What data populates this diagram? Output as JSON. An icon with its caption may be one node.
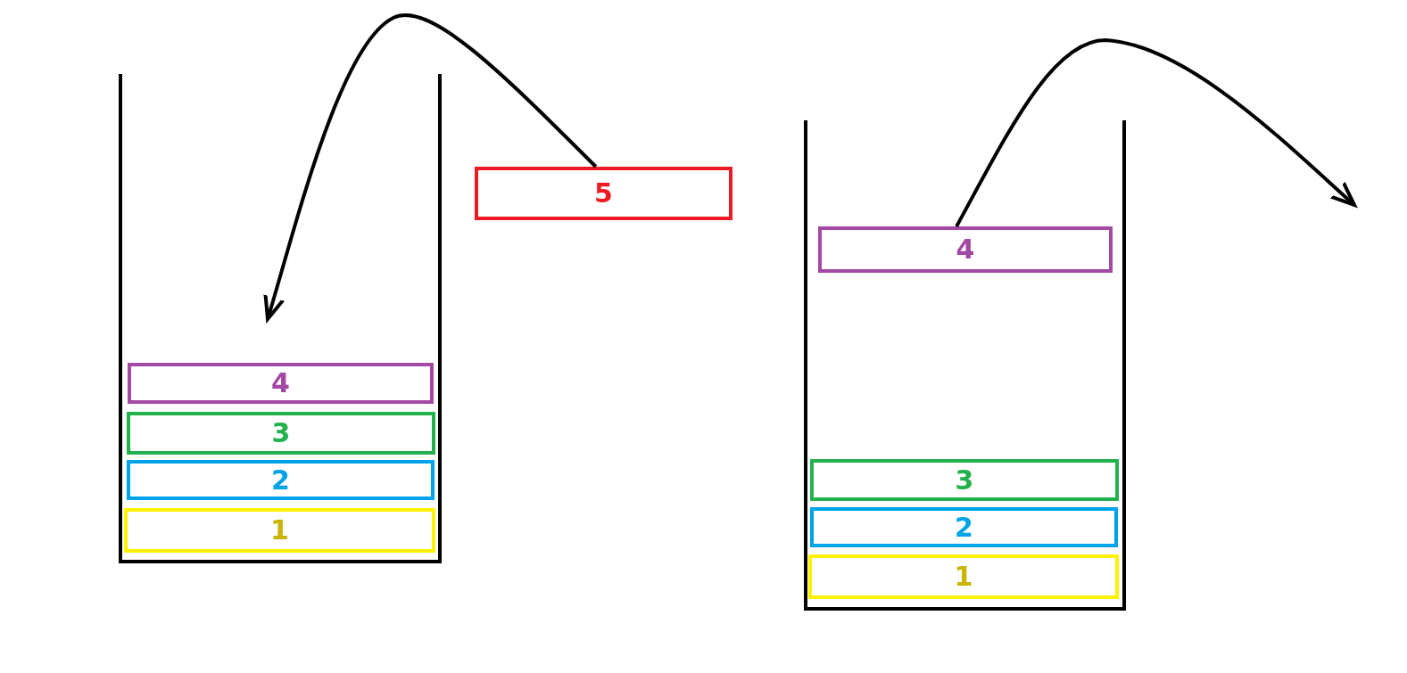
{
  "diagram": {
    "nodes": [
      {
        "text": [],
        "shape": "box"
      },
      {
        "text": [
          "4"
        ],
        "in": 0
      },
      {
        "text": [
          "3"
        ],
        "in": 0
      },
      {
        "text": [
          "2"
        ],
        "in": 0
      },
      {
        "text": [
          "1"
        ],
        "in": 0
      },
      {
        "text": [
          "5"
        ]
      },
      {
        "text": [],
        "shape": "box"
      },
      {
        "text": [
          "4"
        ],
        "in": 6
      },
      {
        "text": [
          "3"
        ],
        "in": 6
      },
      {
        "text": [
          "2"
        ],
        "in": 6
      },
      {
        "text": [
          "1"
        ],
        "in": 6
      }
    ],
    "edges": [
      {
        "from": 5,
        "to": null,
        "arrow": "to"
      },
      {
        "from": 7,
        "to": null,
        "arrow": "to"
      }
    ]
  }
}
